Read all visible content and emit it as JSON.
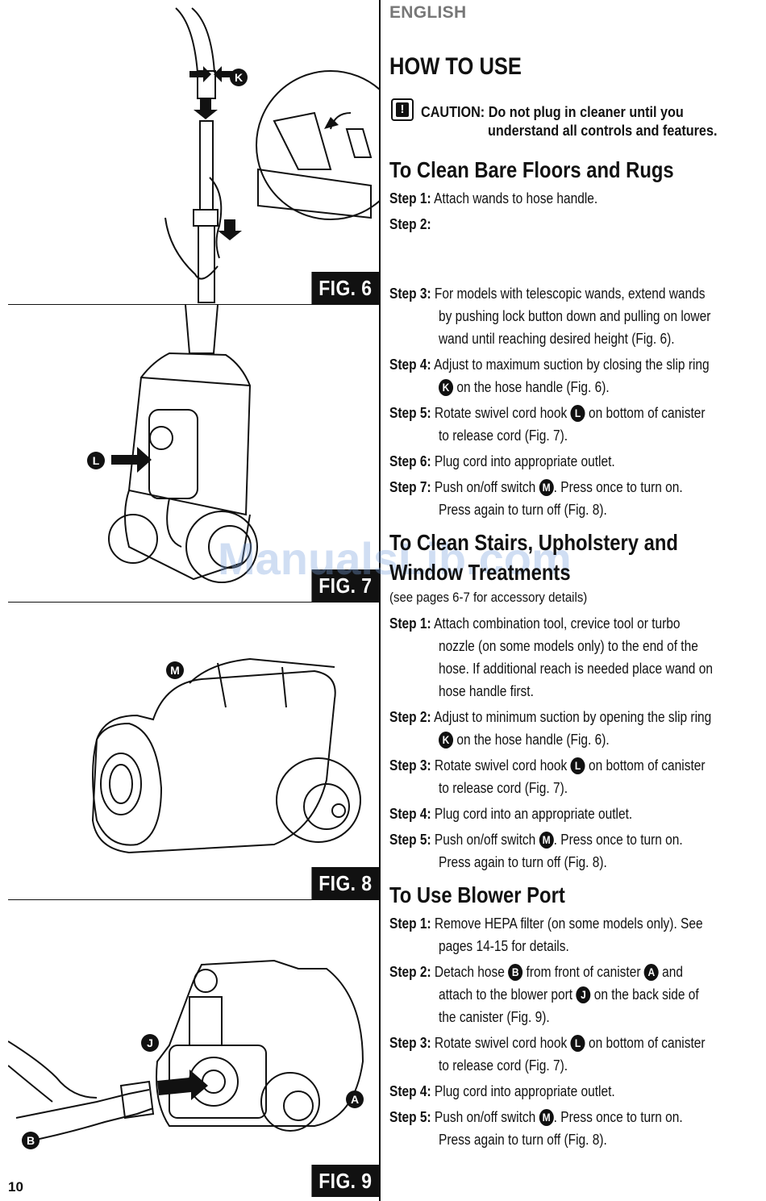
{
  "language": "ENGLISH",
  "page_number": "10",
  "title": "HOW TO USE",
  "caution": {
    "icon": "exclamation-warning-icon",
    "label": "CAUTION:",
    "line1": "Do not plug in cleaner until you",
    "line2": "understand all controls and features."
  },
  "figures": {
    "fig6": "FIG. 6",
    "fig7": "FIG. 7",
    "fig8": "FIG. 8",
    "fig9": "FIG. 9"
  },
  "callouts": {
    "k": "K",
    "l": "L",
    "m": "M",
    "j": "J",
    "a": "A",
    "b": "B"
  },
  "watermark": "ManualsLib.com",
  "section1": {
    "heading": "To Clean Bare Floors and Rugs",
    "step1_label": "Step 1:",
    "step1": "Attach wands to hose handle.",
    "step2_label": "Step 2:",
    "step3_label": "Step 3:",
    "step3_l1": "For models with telescopic wands, extend wands",
    "step3_l2": "by pushing lock button down and pulling on lower",
    "step3_l3": "wand until reaching desired height (Fig. 6).",
    "step4_label": "Step 4:",
    "step4_l1": "Adjust to maximum suction by closing the slip ring",
    "step4_l2": "on the hose handle (Fig. 6).",
    "step5_label": "Step 5:",
    "step5_a": "Rotate swivel cord hook",
    "step5_b": "on bottom of canister",
    "step5_l2": "to release cord (Fig. 7).",
    "step6_label": "Step 6:",
    "step6": "Plug cord into appropriate outlet.",
    "step7_label": "Step 7:",
    "step7_a": "Push on/off switch",
    "step7_b": ". Press once to turn on.",
    "step7_l2": "Press again to turn off (Fig. 8)."
  },
  "section2": {
    "heading_l1": "To Clean Stairs, Upholstery and",
    "heading_l2": "Window Treatments",
    "note": "(see pages 6-7 for accessory details)",
    "step1_label": "Step 1:",
    "step1_l1": "Attach combination tool, crevice tool or turbo",
    "step1_l2": "nozzle (on some models only) to the end of the",
    "step1_l3": "hose. If additional reach is needed place wand on",
    "step1_l4": "hose handle first.",
    "step2_label": "Step 2:",
    "step2_l1": "Adjust to minimum suction by opening the slip ring",
    "step2_l2": "on the hose handle (Fig. 6).",
    "step3_label": "Step 3:",
    "step3_a": "Rotate swivel cord hook",
    "step3_b": "on bottom of canister",
    "step3_l2": "to release cord (Fig. 7).",
    "step4_label": "Step 4:",
    "step4": "Plug cord into an appropriate outlet.",
    "step5_label": "Step 5:",
    "step5_a": "Push on/off switch",
    "step5_b": ". Press once to turn on.",
    "step5_l2": "Press again to turn off (Fig. 8)."
  },
  "section3": {
    "heading": "To Use Blower Port",
    "step1_label": "Step 1:",
    "step1_l1": "Remove HEPA filter (on some models only). See",
    "step1_l2": "pages 14-15 for details.",
    "step2_label": "Step 2:",
    "step2_a": "Detach hose",
    "step2_b": "from front of canister",
    "step2_c": "and",
    "step2_l2a": "attach to the blower port",
    "step2_l2b": "on the back side of",
    "step2_l3": "the canister (Fig. 9).",
    "step3_label": "Step 3:",
    "step3_a": "Rotate swivel cord hook",
    "step3_b": "on bottom of canister",
    "step3_l2": "to release cord (Fig. 7).",
    "step4_label": "Step 4:",
    "step4": "Plug cord into appropriate outlet.",
    "step5_label": "Step 5:",
    "step5_a": "Push on/off switch",
    "step5_b": ". Press once to turn on.",
    "step5_l2": "Press again to turn off (Fig. 8)."
  }
}
